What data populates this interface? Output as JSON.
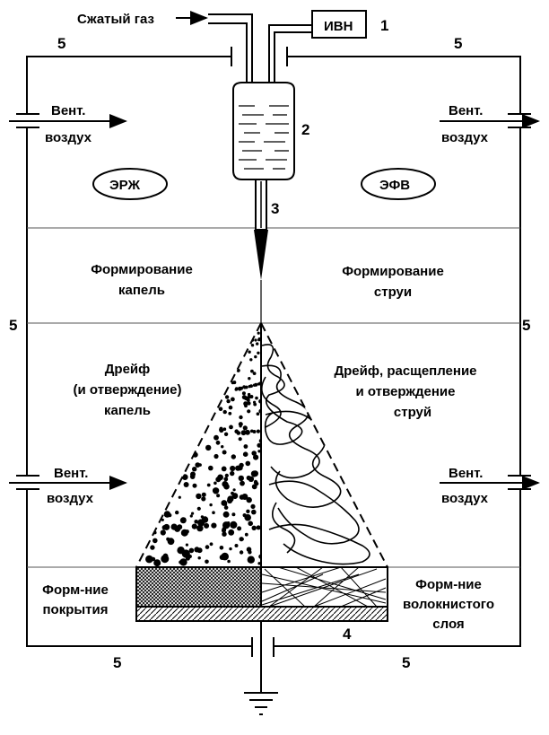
{
  "labels": {
    "compressed_gas": "Сжатый газ",
    "hv_source": "ИВН",
    "num_1": "1",
    "num_2": "2",
    "num_3": "3",
    "num_4": "4",
    "num_5": "5",
    "vent_air_top": "Вент.",
    "vent_air_bottom": "воздух",
    "erzh": "ЭРЖ",
    "efv": "ЭФВ",
    "drops_formation_line1": "Формирование",
    "drops_formation_line2": "капель",
    "jets_formation_line1": "Формирование",
    "jets_formation_line2": "струи",
    "drift_drops_line1": "Дрейф",
    "drift_drops_line2": "(и отверждение)",
    "drift_drops_line3": "капель",
    "drift_jets_line1": "Дрейф, расщепление",
    "drift_jets_line2": "и отверждение",
    "drift_jets_line3": "струй",
    "coating_line1": "Форм-ние",
    "coating_line2": "покрытия",
    "fibrous_line1": "Форм-ние",
    "fibrous_line2": "волокнистого",
    "fibrous_line3": "слоя"
  },
  "icons": {
    "hv_box": "rectangle-box",
    "ground": "ground-symbol",
    "vessel": "liquid-vessel",
    "nozzle": "capillary-nozzle"
  },
  "colors": {
    "ink": "#000000",
    "background": "#ffffff"
  }
}
